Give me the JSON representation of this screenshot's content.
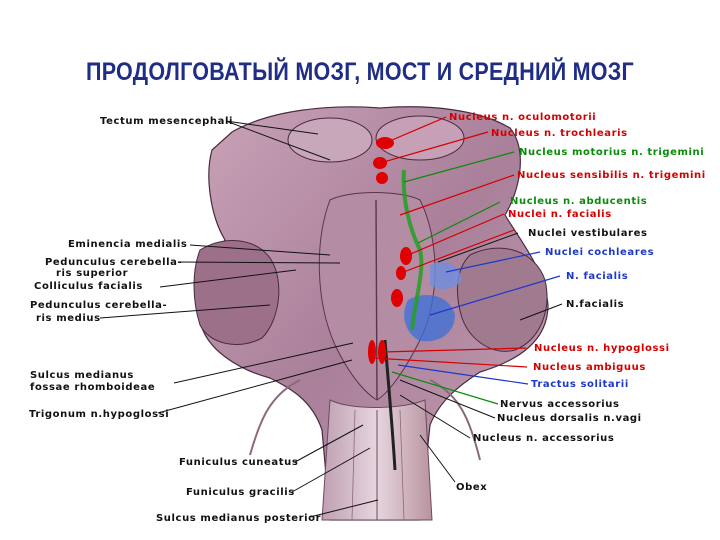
{
  "title": "ПРОДОЛГОВАТЫЙ МОЗГ, МОСТ И СРЕДНИЙ МОЗГ",
  "colors": {
    "title": "#1f2d86",
    "black": "#111111",
    "red": "#d40000",
    "green": "#0a8a0a",
    "blue": "#1e38c8",
    "tissue": "#b58aa4",
    "tissue_dark": "#5a3550"
  },
  "labels": {
    "tectum": "Tectum mesencephali",
    "eminentia": "Eminencia medialis",
    "ped_sup_1": "Pedunculus cerebella-",
    "ped_sup_2": "ris superior",
    "colliculus": "Colliculus facialis",
    "ped_med_1": "Pedunculus cerebella-",
    "ped_med_2": "ris medius",
    "sulcus_med_1": "Sulcus medianus",
    "sulcus_med_2": "fossae rhomboideae",
    "trigonum": "Trigonum n.hypoglossi",
    "fun_cuneatus": "Funiculus cuneatus",
    "fun_gracilis": "Funiculus gracilis",
    "sulcus_post": "Sulcus medianus posterior",
    "obex": "Obex",
    "nuc_oculomotorii": "Nucleus n. oculomotorii",
    "nuc_trochlearis": "Nucleus n. trochlearis",
    "nuc_motorius": "Nucleus motorius n. trigemini",
    "nuc_sensibilis": "Nucleus sensibilis n. trigemini",
    "nuc_abducentis": "Nucleus n. abducentis",
    "nuc_facialis": "Nuclei n. facialis",
    "nuc_vestibulares": "Nuclei vestibulares",
    "nuc_cochleares": "Nuclei cochleares",
    "n_facialis": "N. facialis",
    "n_facialis2": "N.facialis",
    "nuc_hypoglossi": "Nucleus n. hypoglossi",
    "nuc_ambiguus": "Nucleus ambiguus",
    "tractus_solitarii": "Tractus solitarii",
    "nervus_accessorius": "Nervus accessorius",
    "nuc_dorsalis_vagi": "Nucleus dorsalis n.vagi",
    "nuc_accessorius": "Nucleus n. accessorius"
  }
}
